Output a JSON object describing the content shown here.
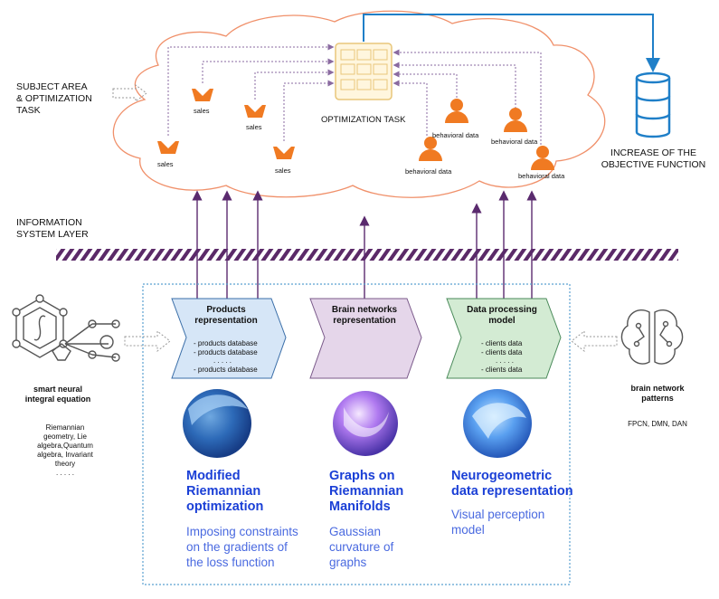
{
  "top_layer": {
    "subject_area_lines": [
      "SUBJECT AREA",
      "& OPTIMIZATION",
      "TASK"
    ],
    "optimization_task": "OPTIMIZATION TASK",
    "sales_label": "sales",
    "behavioral_label": "behavioral data",
    "objective_lines": [
      "INCREASE OF THE",
      "OBJECTIVE FUNCTION"
    ]
  },
  "info_layer": {
    "lines": [
      "INFORMATION",
      "SYSTEM LAYER"
    ]
  },
  "left_panel": {
    "title_lines": [
      "smart neural",
      "integral equation"
    ],
    "desc_lines": [
      "Riemannian",
      "geometry, Lie",
      "algebra,Quantum",
      "algebra, Invariant",
      "theory"
    ],
    "dots": ". . . . ."
  },
  "right_panel": {
    "title_lines": [
      "brain network",
      "patterns"
    ],
    "desc": "FPCN, DMN, DAN"
  },
  "blocks": [
    {
      "title_lines": [
        "Products",
        "representation"
      ],
      "items": [
        "- products database",
        "- products database",
        ". . . . .",
        "- products database"
      ],
      "method_title_lines": [
        "Modified",
        "Riemannian",
        "optimization"
      ],
      "method_sub_lines": [
        "Imposing constraints",
        "on the gradients of",
        "the loss function"
      ]
    },
    {
      "title_lines": [
        "Brain networks",
        "representation"
      ],
      "items": [],
      "method_title_lines": [
        "Graphs on",
        "Riemannian",
        "Manifolds"
      ],
      "method_sub_lines": [
        "Gaussian",
        "curvature of",
        "graphs"
      ]
    },
    {
      "title_lines": [
        "Data processing",
        "model"
      ],
      "items": [
        "- clients data",
        "- clients data",
        ". . . . .",
        "- clients data"
      ],
      "method_title_lines": [
        "Neurogeometric",
        "data representation"
      ],
      "method_sub_lines": [
        "Visual perception",
        "model"
      ]
    }
  ],
  "colors": {
    "cloud_outline": "#f0906a",
    "arrow_purple": "#5a2a6e",
    "arrow_blue": "#1f7fc8",
    "person_orange": "#f07a22",
    "stripe_purple": "#5b2a68",
    "products_fill": "#d6e6f7",
    "brain_fill": "#e5d6ea",
    "data_fill": "#d3ebd3",
    "method_title": "#1a3fd6",
    "method_sub": "#4a6ae0"
  }
}
